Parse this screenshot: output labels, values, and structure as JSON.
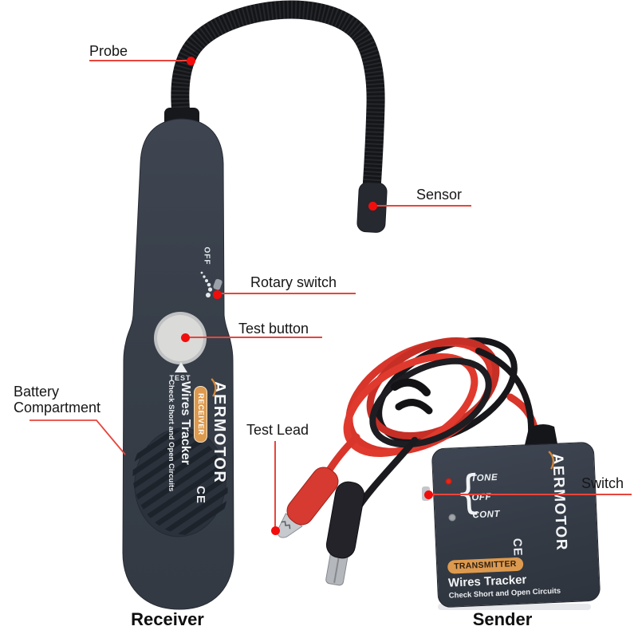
{
  "annotations": {
    "probe": "Probe",
    "sensor": "Sensor",
    "rotary_switch": "Rotary switch",
    "test_button": "Test button",
    "battery_line1": "Battery",
    "battery_line2": "Compartment",
    "test_lead": "Test Lead",
    "switch": "Switch"
  },
  "receiver": {
    "caption": "Receiver",
    "off_label": "OFF",
    "test_label": "TEST",
    "brand_initial": "A",
    "brand_rest": "ERMOTOR",
    "badge": "RECEIVER",
    "product": "Wires Tracker",
    "subtitle": "Check Short and Open Circuits",
    "ce_mark": "CE"
  },
  "sender": {
    "caption": "Sender",
    "positions": [
      "TONE",
      "OFF",
      "CONT"
    ],
    "brand_initial": "A",
    "brand_rest": "ERMOTOR",
    "badge": "TRANSMITTER",
    "product": "Wires Tracker",
    "subtitle": "Check Short and Open Circuits",
    "ce_mark": "CE"
  },
  "colors": {
    "leader_line": "#e8453c",
    "marker_dot": "#f20d0d",
    "badge_orange": "#dd9a4e",
    "device_body": "#373e48"
  }
}
